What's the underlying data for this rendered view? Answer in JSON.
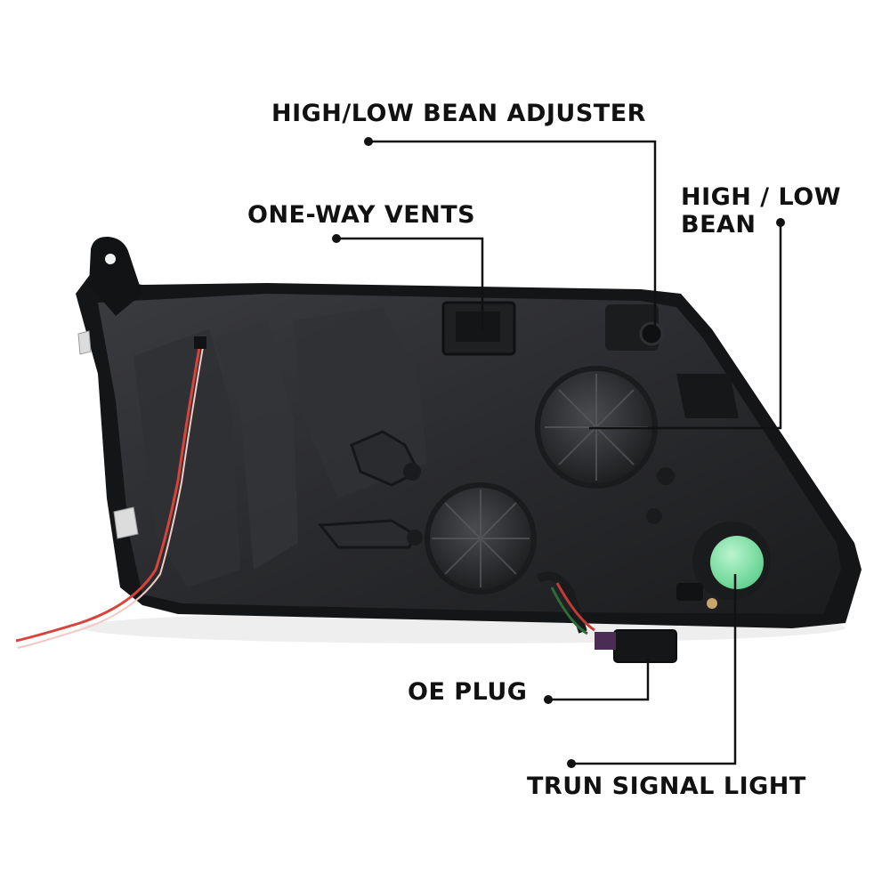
{
  "callouts": {
    "beam_adjuster": "HIGH/LOW BEAN ADJUSTER",
    "vents": "ONE-WAY VENTS",
    "high_low_beam_line1": "HIGH / LOW",
    "high_low_beam_line2": "BEAN",
    "oe_plug": "OE PLUG",
    "turn_signal": "TRUN SIGNAL LIGHT"
  },
  "colors": {
    "housing": "#2b2c2f",
    "housing_dark": "#141517",
    "signal_lens": "#7fe3a8",
    "wire_red": "#d8443a",
    "label_text": "#111111",
    "leader_line": "#111111"
  }
}
